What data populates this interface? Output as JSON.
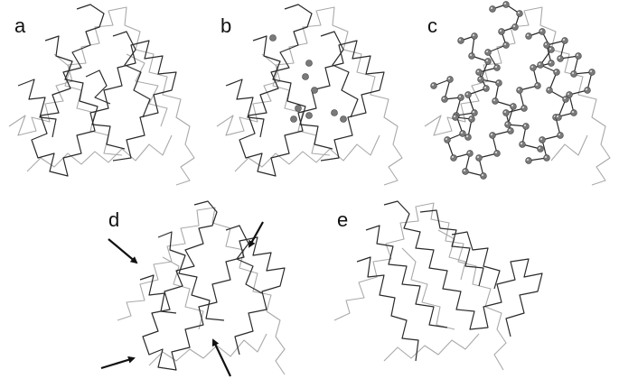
{
  "figure": {
    "panels": [
      {
        "id": "a",
        "label": "a"
      },
      {
        "id": "b",
        "label": "b"
      },
      {
        "id": "c",
        "label": "c"
      },
      {
        "id": "d",
        "label": "d"
      },
      {
        "id": "e",
        "label": "e"
      }
    ]
  },
  "colors": {
    "background": "#ffffff",
    "light_trace": "#a9a9a9",
    "dark_trace": "#2a2a2a",
    "sphere": "#7a7a7a",
    "arrow": "#111111"
  }
}
